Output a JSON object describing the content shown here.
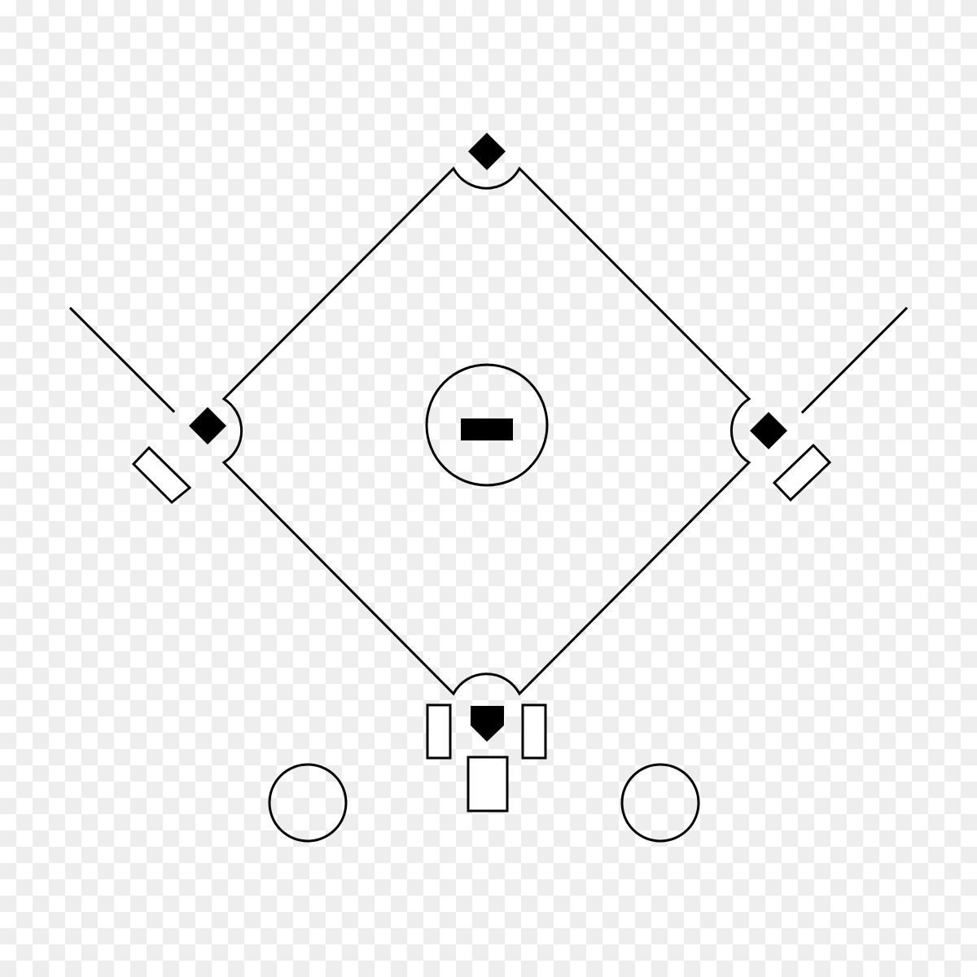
{
  "diagram": {
    "subject": "baseball field",
    "colors": {
      "ink": "#000000",
      "fill": "#ffffff"
    },
    "elements": [
      "second-base",
      "first-base",
      "third-base",
      "home-plate",
      "pitchers-mound",
      "pitchers-rubber",
      "left-foul-line",
      "right-foul-line",
      "left-batters-box",
      "right-batters-box",
      "catchers-box",
      "first-base-coach-box",
      "third-base-coach-box",
      "left-on-deck-circle",
      "right-on-deck-circle"
    ]
  }
}
